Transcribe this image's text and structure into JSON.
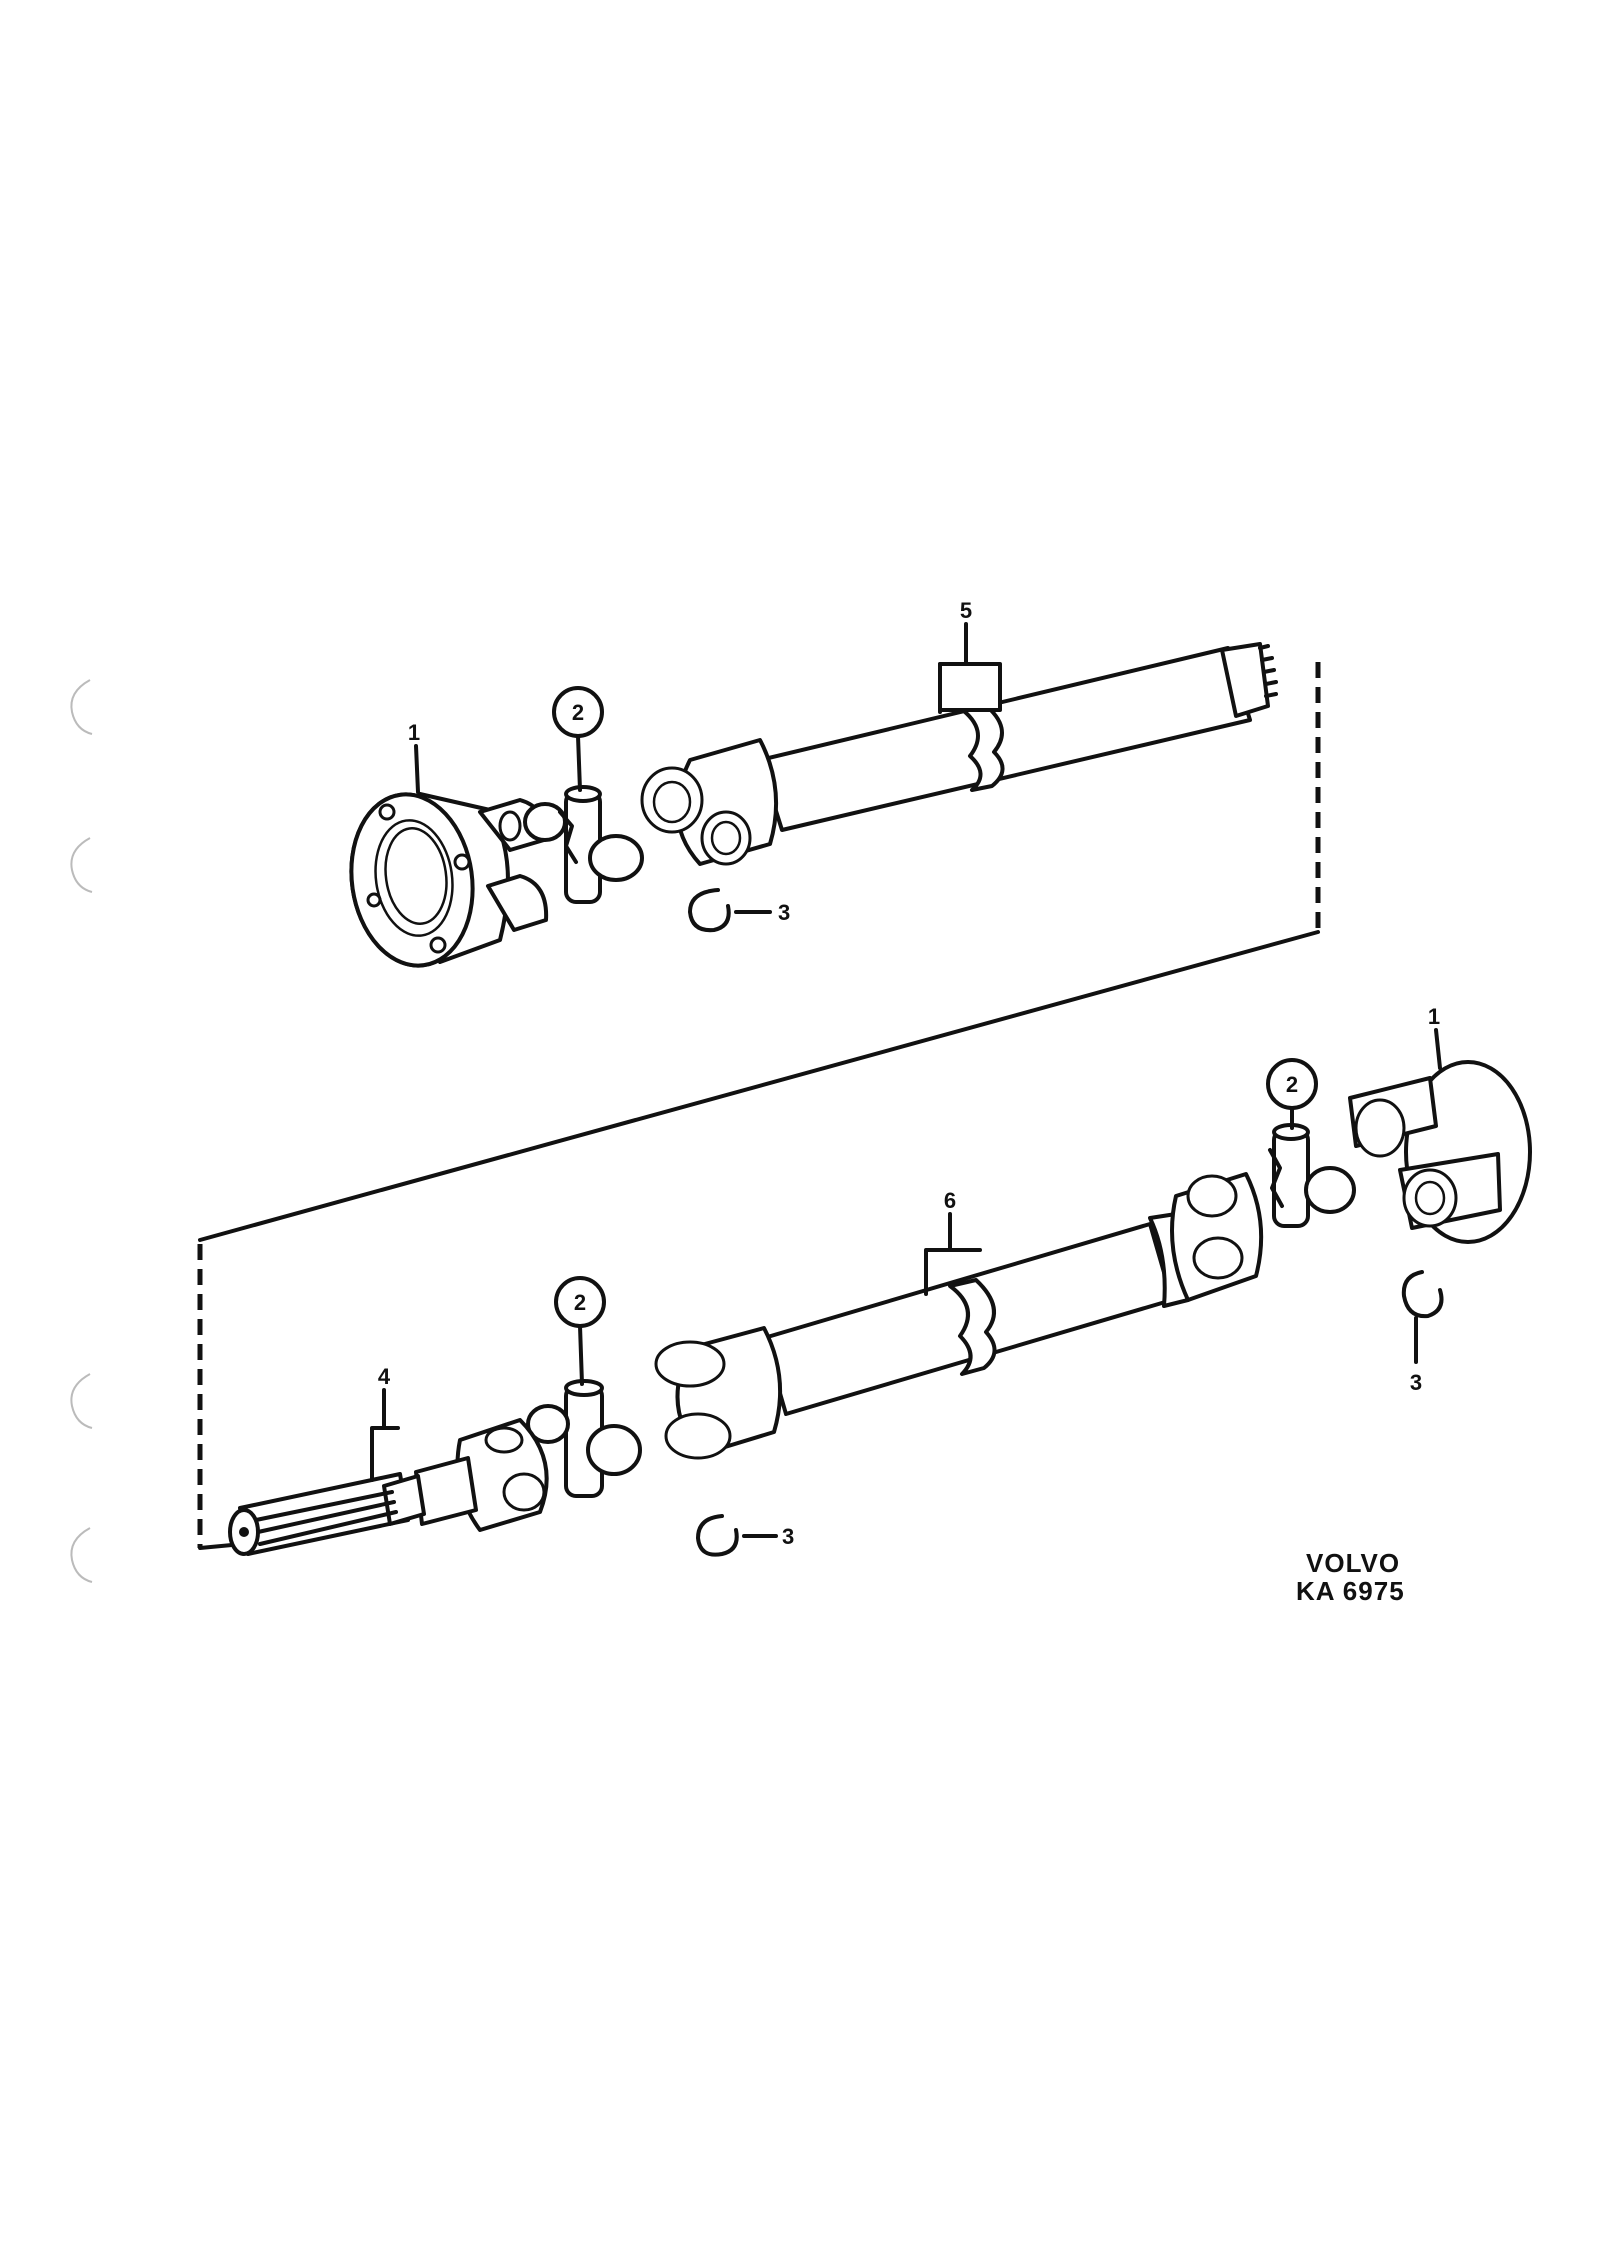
{
  "callouts": {
    "top_flange": "1",
    "top_cross": "2",
    "top_circlip": "3",
    "top_shaft": "5",
    "bottom_flange": "1",
    "bottom_cross_right": "2",
    "bottom_circlip_right": "3",
    "bottom_shaft": "6",
    "bottom_cross_left": "2",
    "bottom_stub": "4",
    "bottom_circlip_left": "3"
  },
  "reference": {
    "brand": "VOLVO",
    "code": "KA 6975"
  }
}
